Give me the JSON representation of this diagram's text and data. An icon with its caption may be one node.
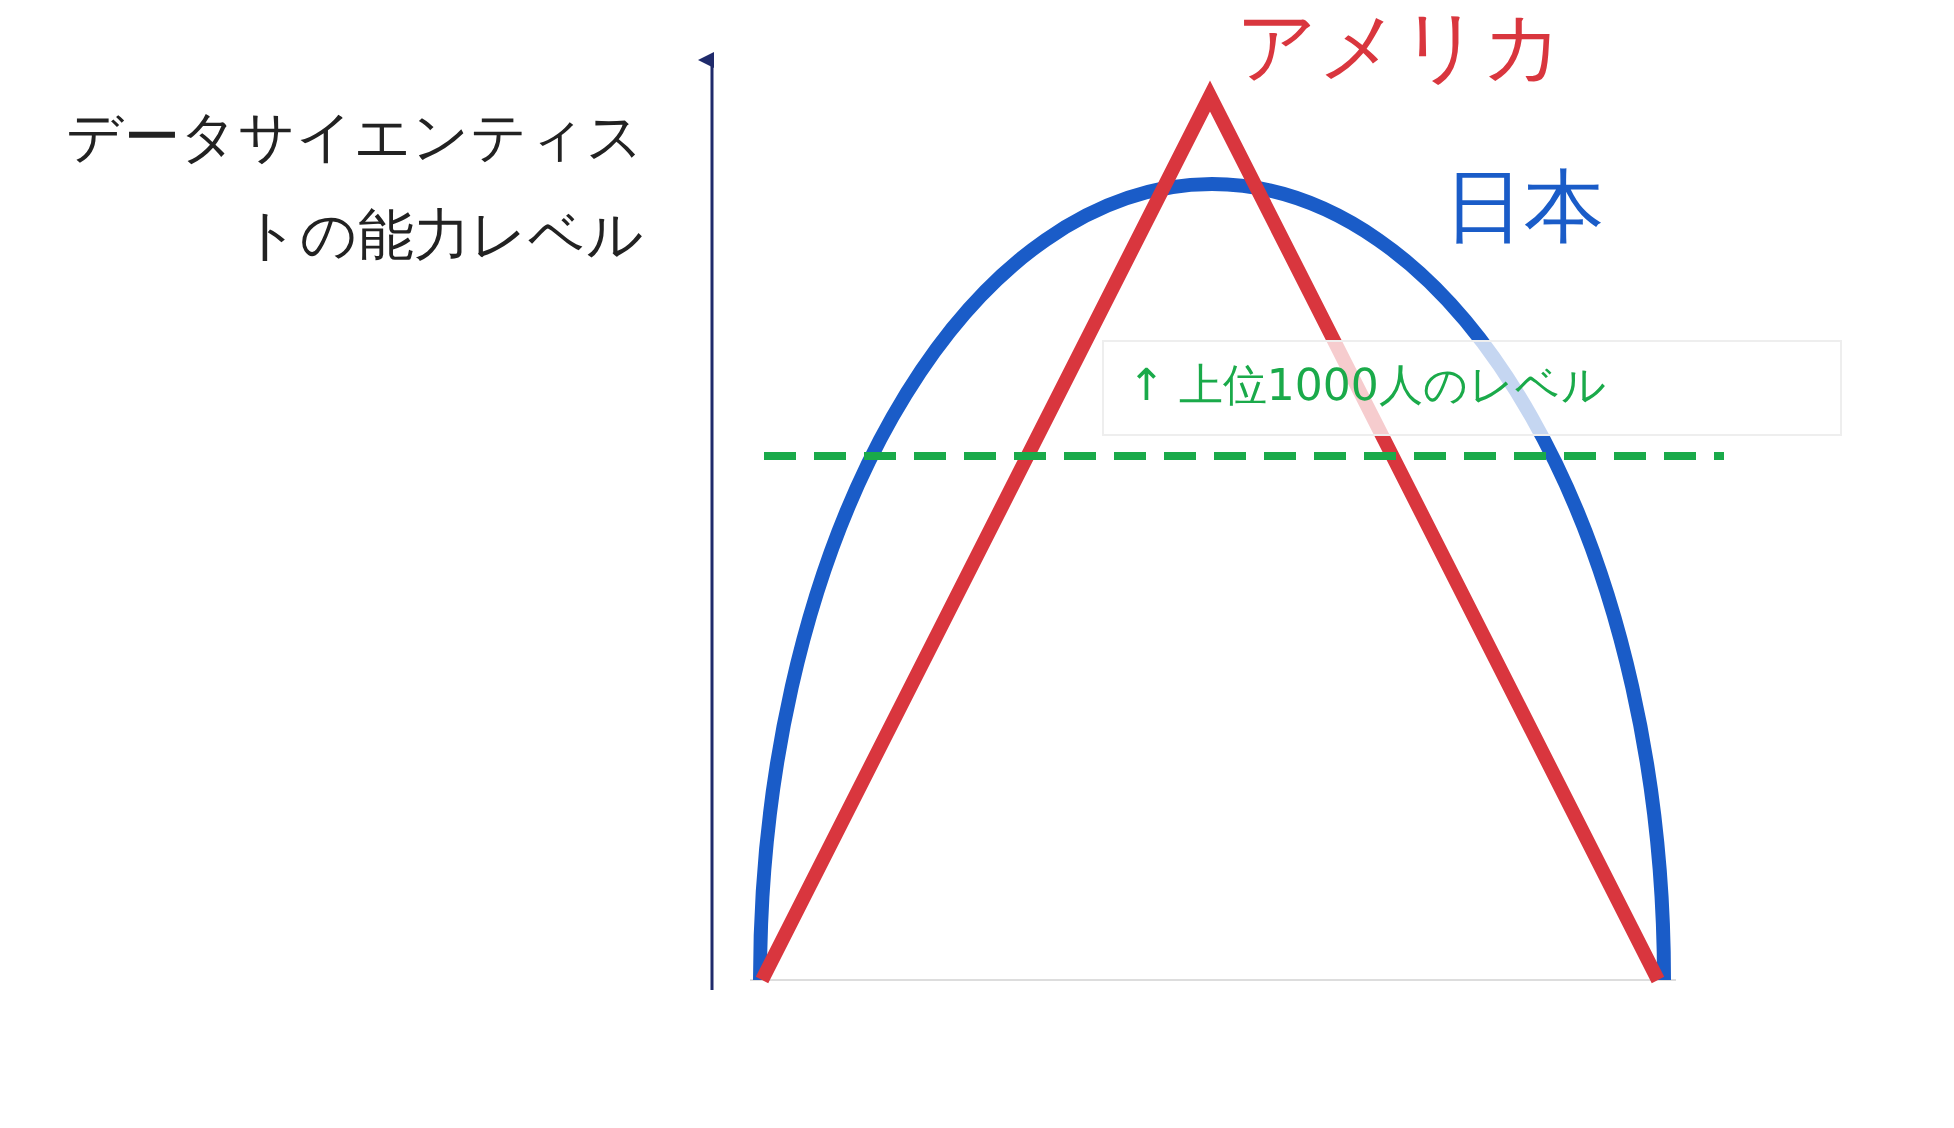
{
  "diagram": {
    "labels": [
      "データサイエンティストの能力レベル",
      "アメリカ",
      "日本",
      "↑ 上位1000人のレベル"
    ]
  }
}
